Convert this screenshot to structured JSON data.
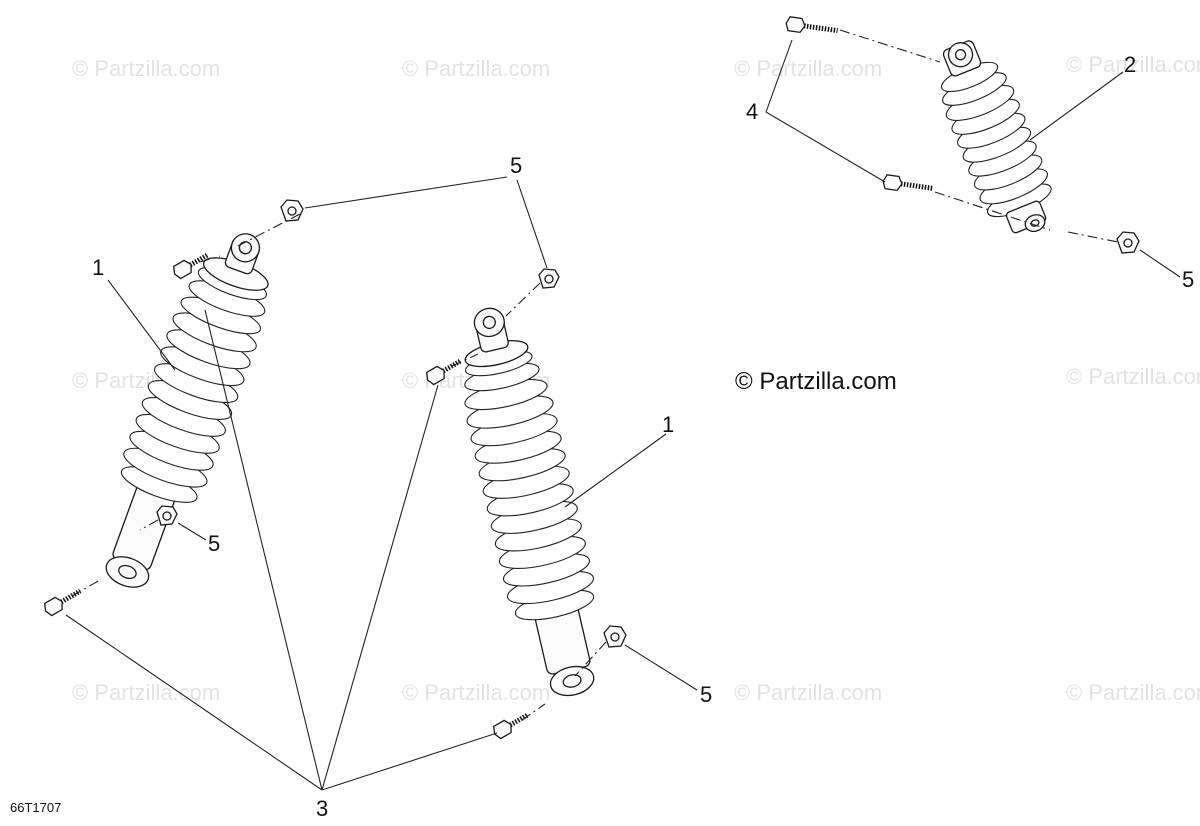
{
  "watermark_text": "© Partzilla.com",
  "copyright_text": "© Partzilla.com",
  "diagram_code": "66T1707",
  "callouts": {
    "c1a": "1",
    "c1b": "1",
    "c2": "2",
    "c3": "3",
    "c4": "4",
    "c5a": "5",
    "c5b": "5",
    "c5c": "5",
    "c5d": "5"
  }
}
